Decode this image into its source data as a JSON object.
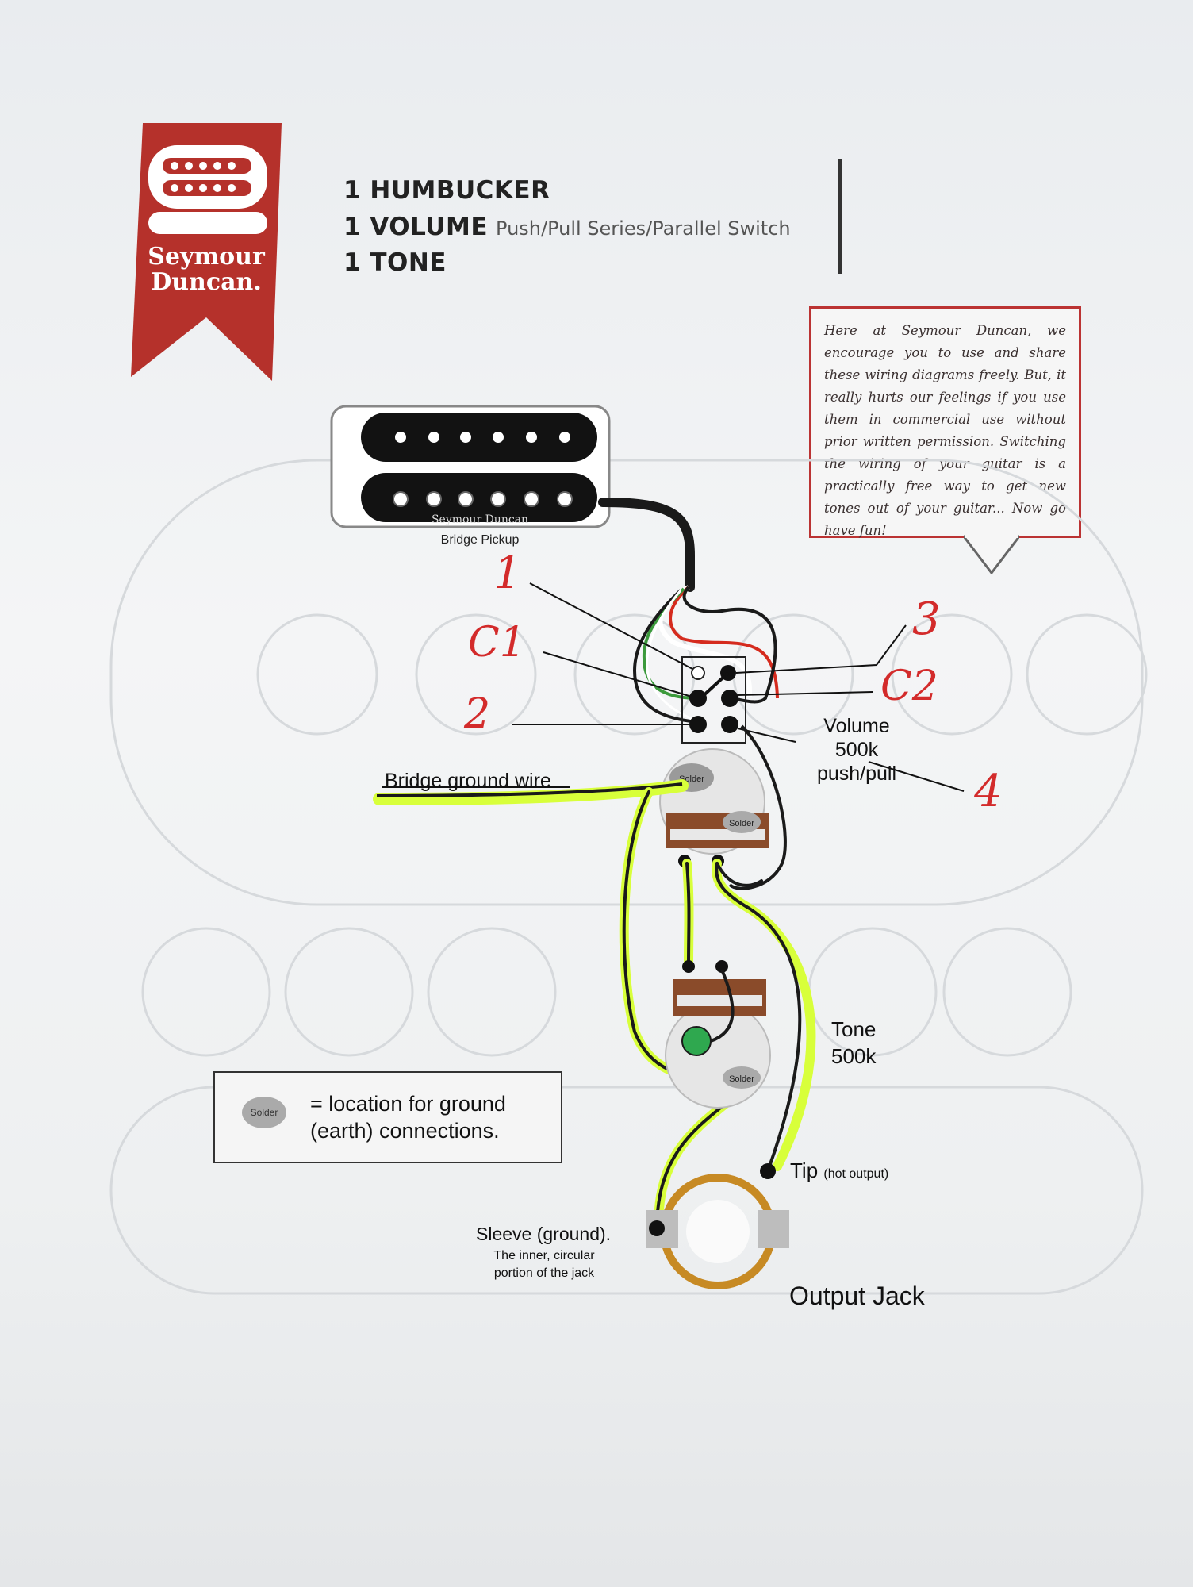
{
  "logo": {
    "brand_line1": "Seymour",
    "brand_line2": "Duncan."
  },
  "header": {
    "line1": "1 HUMBUCKER",
    "line2": "1 VOLUME",
    "line2_sub": "Push/Pull Series/Parallel Switch",
    "line3": "1 TONE"
  },
  "notice": {
    "text": "Here at Seymour Duncan, we encourage you to use and share these wiring diagrams freely. But, it really hurts our feelings if you use them in commercial use without prior written permission. Switching the wiring of your guitar is a practically free way to get new tones out of your guitar... Now go have fun!"
  },
  "pickup": {
    "brand": "Seymour Duncan",
    "label": "Bridge Pickup"
  },
  "switch": {
    "label_line1": "Volume",
    "label_line2": "500k",
    "label_line3": "push/pull"
  },
  "annotations": {
    "n1": "1",
    "c1": "C1",
    "n2": "2",
    "n3": "3",
    "c2": "C2",
    "n4": "4"
  },
  "solder_label": "Solder",
  "bridge_ground_label": "Bridge ground wire",
  "tone": {
    "label_line1": "Tone",
    "label_line2": "500k"
  },
  "legend": {
    "blob": "Solder",
    "text": "= location for ground (earth) connections."
  },
  "jack": {
    "tip_label": "Tip",
    "tip_sub": "(hot output)",
    "sleeve_label": "Sleeve (ground).",
    "sleeve_sub1": "The inner, circular",
    "sleeve_sub2": "portion of the jack",
    "output_label": "Output Jack"
  },
  "colors": {
    "brand_red": "#b5312b",
    "highlight": "#d8ff3a",
    "annotation_red": "#d32b2b"
  }
}
